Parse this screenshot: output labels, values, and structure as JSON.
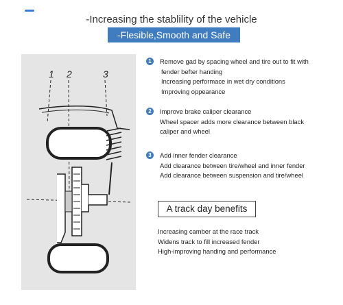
{
  "header": {
    "title": "-Increasing the stablility of the vehicle",
    "banner": "-Flesible,Smooth and Safe"
  },
  "illustration": {
    "labels": [
      "1",
      "2",
      "3"
    ]
  },
  "points": [
    {
      "number": "1",
      "lines": [
        "Remove gad by spacing wheel and tire out to fit with",
        "fender befter handing",
        "Increasing performace in wet dry conditions",
        "Improving oppearance"
      ]
    },
    {
      "number": "2",
      "lines": [
        "Improve brake caliper clearance",
        "Wheel spacer adds more clearance between black",
        "caliper and wheel"
      ]
    },
    {
      "number": "3",
      "lines": [
        "Add inner fender clearance",
        "Add clearance between tire/wheel and inner fender",
        "Add clearance between suspension and tire/wheel"
      ]
    }
  ],
  "track_day": {
    "heading": "A track day benefits",
    "items": [
      "Increasing camber at the race track",
      "Widens track to fill increased fender",
      "High-improving handing and performance"
    ]
  },
  "colors": {
    "accent": "#3f7cc0",
    "panel": "#e6e6e6"
  }
}
